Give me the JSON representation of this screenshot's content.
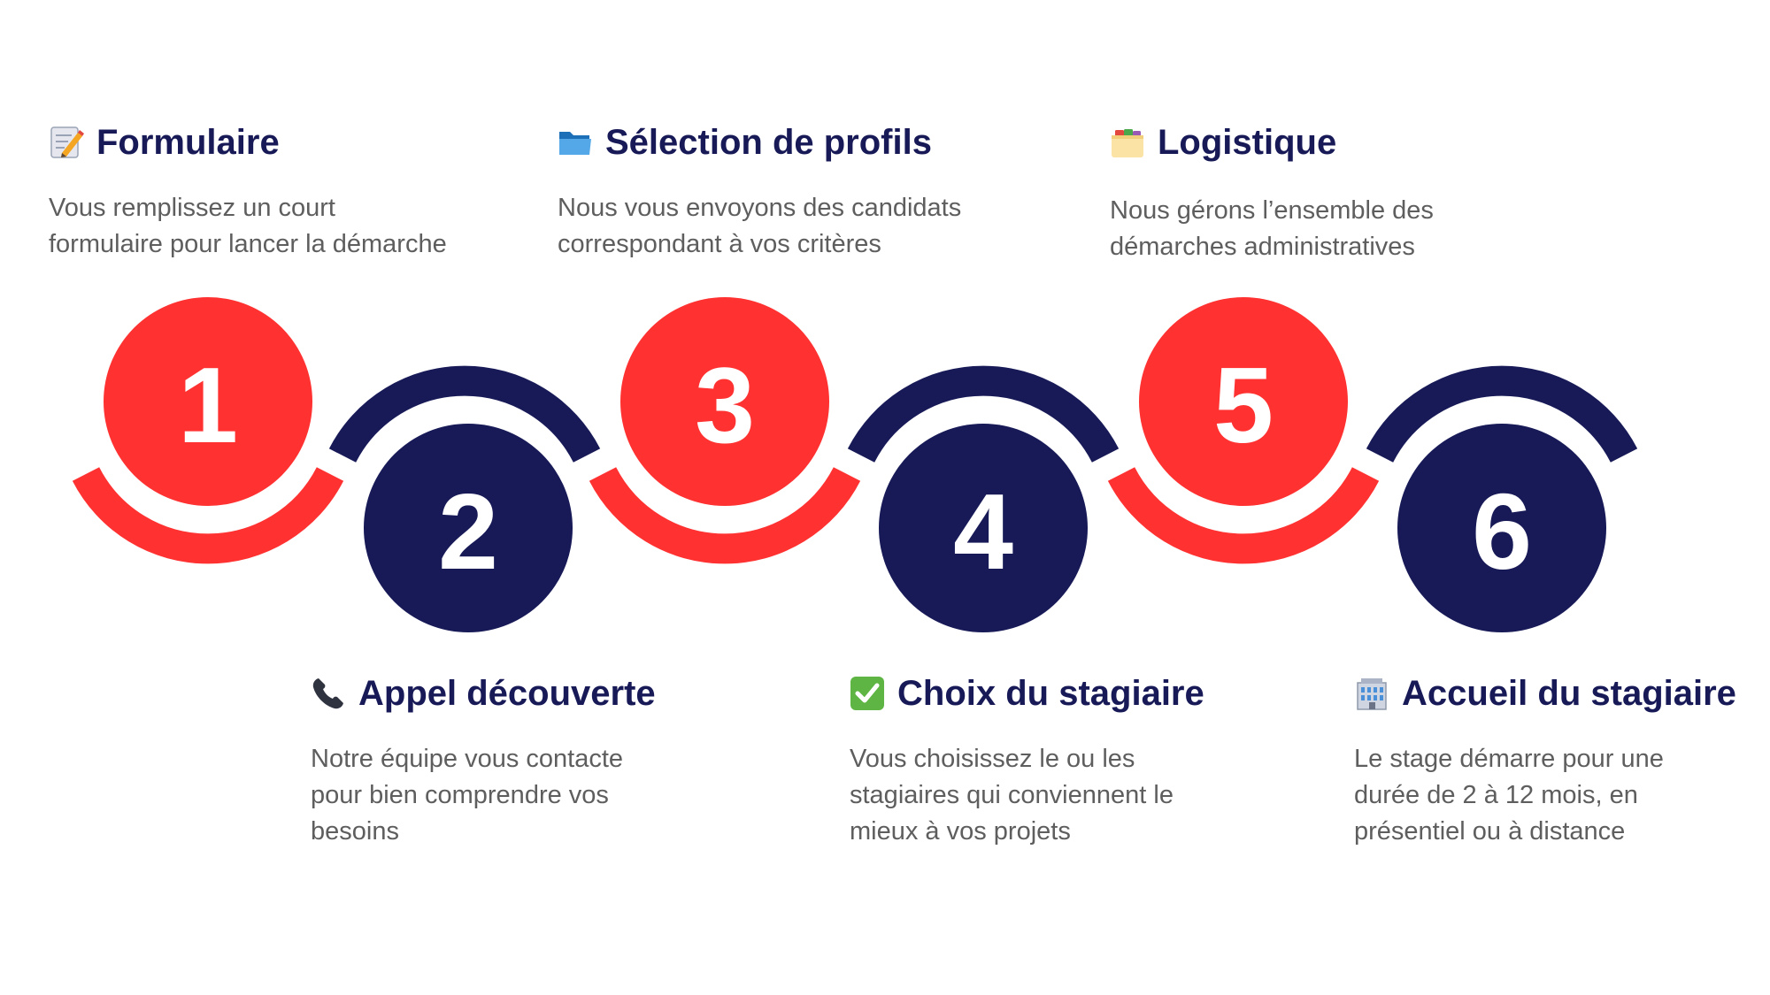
{
  "colors": {
    "red": "#ff3131",
    "navy": "#171a57",
    "title": "#171a57",
    "text": "#5e5e5e"
  },
  "steps": [
    {
      "number": "1",
      "icon": "memo-icon",
      "title": "Formulaire",
      "description": "Vous remplissez un court\nformulaire pour lancer la démarche"
    },
    {
      "number": "2",
      "icon": "telephone-icon",
      "title": "Appel découverte",
      "description": "Notre équipe vous contacte\npour bien comprendre vos\nbesoins"
    },
    {
      "number": "3",
      "icon": "folder-icon",
      "title": "Sélection de profils",
      "description": "Nous vous envoyons des candidats\ncorrespondant à vos critères"
    },
    {
      "number": "4",
      "icon": "check-mark-icon",
      "title": "Choix du stagiaire",
      "description": "Vous choisissez le ou les\nstagiaires qui conviennent le\nmieux à vos projets"
    },
    {
      "number": "5",
      "icon": "card-index-icon",
      "title": "Logistique",
      "description": "Nous gérons l’ensemble des\ndémarches administratives"
    },
    {
      "number": "6",
      "icon": "office-building-icon",
      "title": "Accueil du stagiaire",
      "description": "Le stage démarre pour une\ndurée de 2 à 12 mois, en\nprésentiel ou à distance"
    }
  ]
}
